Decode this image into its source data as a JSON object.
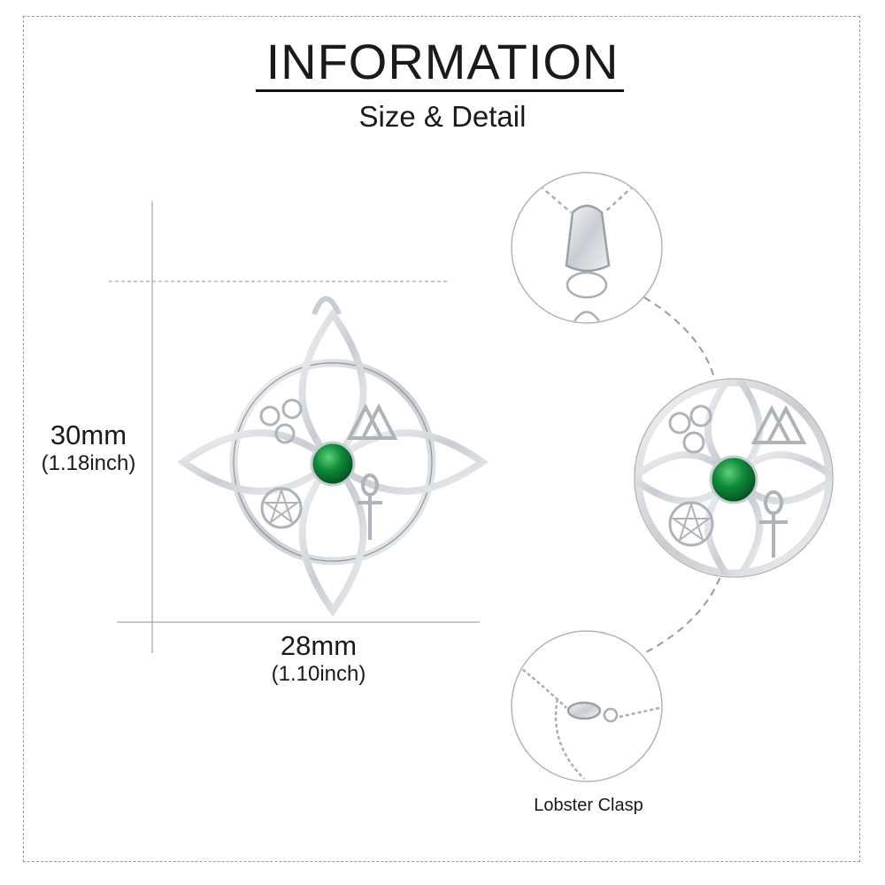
{
  "header": {
    "title": "INFORMATION",
    "subtitle": "Size & Detail"
  },
  "dimensions": {
    "height_mm": "30mm",
    "height_inch": "(1.18inch)",
    "width_mm": "28mm",
    "width_inch": "(1.10inch)"
  },
  "details": {
    "clasp_caption": "Lobster Clasp"
  },
  "colors": {
    "silver": "#d9dce0",
    "silver_dark": "#9aa0a8",
    "gem": "#0f8a3a",
    "frame": "#9a9a9a"
  }
}
